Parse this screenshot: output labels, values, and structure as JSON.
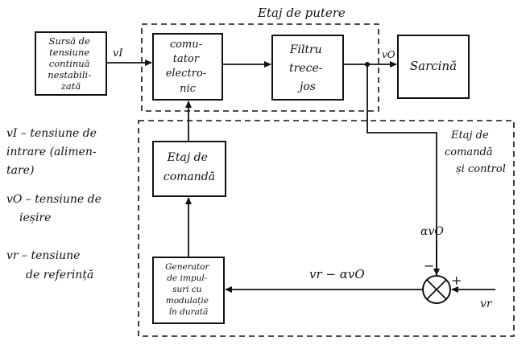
{
  "diagram": {
    "stage_power_title": "Etaj de putere",
    "stage_control_title": [
      "Etaj de",
      "comandă",
      "și control"
    ],
    "blocks": {
      "source": [
        "Sursă de",
        "tensiune",
        "continuă",
        "nestabili-",
        "zată"
      ],
      "switch": [
        "comu-",
        "tator",
        "electro-",
        "nic"
      ],
      "filter": [
        "Filtru",
        "trece-",
        "jos"
      ],
      "load": [
        "Sarcină"
      ],
      "command": [
        "Etaj de",
        "comandă"
      ],
      "generator": [
        "Generator",
        "de impul-",
        "suri cu",
        "modulație",
        "în durată"
      ]
    },
    "signals": {
      "vi": "vI",
      "vo": "vO",
      "feedback": "αvO",
      "error": "vr − αvO",
      "ref": "vr",
      "minus": "−",
      "plus": "+"
    },
    "legend": [
      [
        "vI – tensiune de",
        "intrare (alimen-",
        "tare)"
      ],
      [
        "vO – tensiune de",
        "ieșire"
      ],
      [
        "vr – tensiune",
        "de referință"
      ]
    ]
  }
}
